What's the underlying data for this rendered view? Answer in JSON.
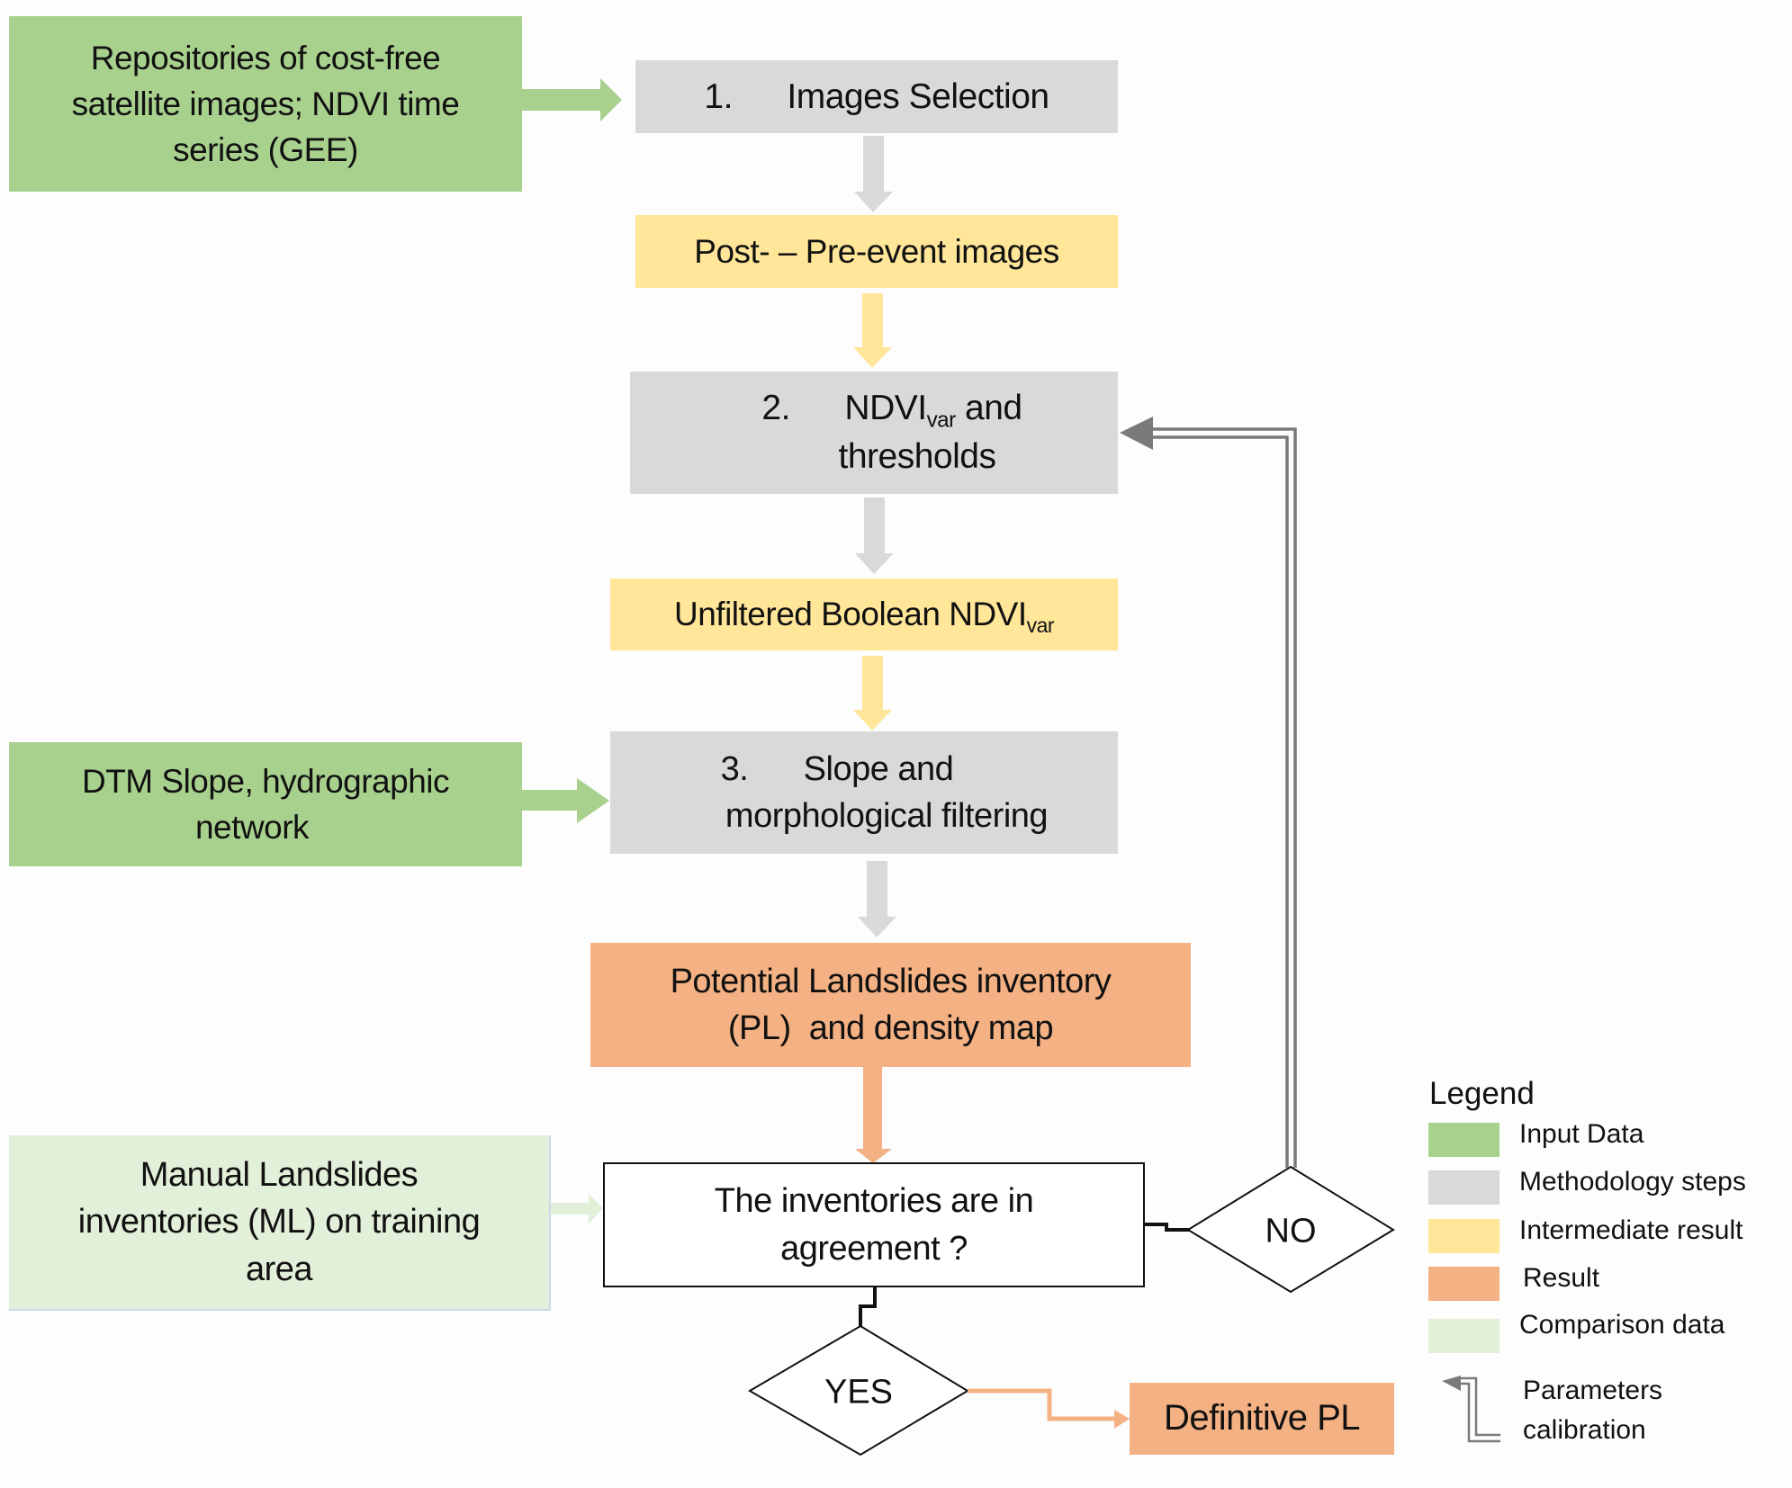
{
  "diagram": {
    "nodes": {
      "repositories": {
        "category": "input",
        "lines": [
          "Repositories of cost-free",
          "satellite images; NDVI time",
          "series (GEE)"
        ]
      },
      "images_selection": {
        "category": "methodology-step",
        "number": "1.",
        "text": "Images Selection"
      },
      "post_pre_event": {
        "category": "intermediate",
        "text": "Post- – Pre-event images"
      },
      "ndvi_thresholds": {
        "category": "methodology-step",
        "number": "2.",
        "main": "NDVI",
        "sub": "var",
        "after": " and",
        "line2": "thresholds"
      },
      "unfiltered_boolean": {
        "category": "intermediate",
        "main": "Unfiltered Boolean NDVI",
        "sub": "var"
      },
      "dtm_slope": {
        "category": "input",
        "lines": [
          "DTM Slope, hydrographic",
          "network"
        ]
      },
      "slope_filtering": {
        "category": "methodology-step",
        "number": "3.",
        "line1": "Slope and",
        "line2": "morphological filtering"
      },
      "potential_inventory": {
        "category": "result",
        "lines": [
          "Potential Landslides inventory",
          "(PL)  and density map"
        ]
      },
      "manual_inventories": {
        "category": "comparison",
        "lines": [
          "Manual Landslides",
          "inventories (ML) on training",
          "area"
        ]
      },
      "agreement_check": {
        "category": "decision",
        "lines": [
          "The inventories are in",
          "agreement ?"
        ]
      },
      "no": {
        "label": "NO"
      },
      "yes": {
        "label": "YES"
      },
      "definitive_pl": {
        "category": "result",
        "text": "Definitive PL"
      }
    },
    "edges": [
      {
        "from": "repositories",
        "to": "images_selection",
        "style": "green-arrow"
      },
      {
        "from": "images_selection",
        "to": "post_pre_event",
        "style": "gray-arrow"
      },
      {
        "from": "post_pre_event",
        "to": "ndvi_thresholds",
        "style": "yellow-arrow"
      },
      {
        "from": "ndvi_thresholds",
        "to": "unfiltered_boolean",
        "style": "gray-arrow"
      },
      {
        "from": "unfiltered_boolean",
        "to": "slope_filtering",
        "style": "yellow-arrow"
      },
      {
        "from": "dtm_slope",
        "to": "slope_filtering",
        "style": "green-arrow"
      },
      {
        "from": "slope_filtering",
        "to": "potential_inventory",
        "style": "gray-arrow"
      },
      {
        "from": "potential_inventory",
        "to": "agreement_check",
        "style": "orange-arrow"
      },
      {
        "from": "manual_inventories",
        "to": "agreement_check",
        "style": "light-green-arrow"
      },
      {
        "from": "agreement_check",
        "to": "no",
        "style": "black-connector"
      },
      {
        "from": "agreement_check",
        "to": "yes",
        "style": "black-connector"
      },
      {
        "from": "no",
        "to": "ndvi_thresholds",
        "style": "double-line-calibration-arrow"
      },
      {
        "from": "yes",
        "to": "definitive_pl",
        "style": "orange-elbow-arrow"
      }
    ]
  },
  "legend": {
    "title": "Legend",
    "items": [
      {
        "label": "Input Data",
        "color": "#a9d18e"
      },
      {
        "label": "Methodology steps",
        "color": "#d9d9d9"
      },
      {
        "label": "Intermediate result",
        "color": "#ffe699"
      },
      {
        "label": "Result",
        "color": "#f4b183"
      },
      {
        "label": "Comparison data",
        "color": "#e2efd9"
      }
    ],
    "calibration": {
      "icon": "double-line-arrow-icon",
      "lines": [
        "Parameters",
        "calibration"
      ]
    }
  },
  "colors": {
    "input": "#a9d18e",
    "step": "#d9d9d9",
    "intermediate": "#ffe699",
    "result": "#f4b183",
    "comparison": "#e2efd9",
    "calibration_arrow": "#7a7a7a",
    "connector": "#111111"
  }
}
